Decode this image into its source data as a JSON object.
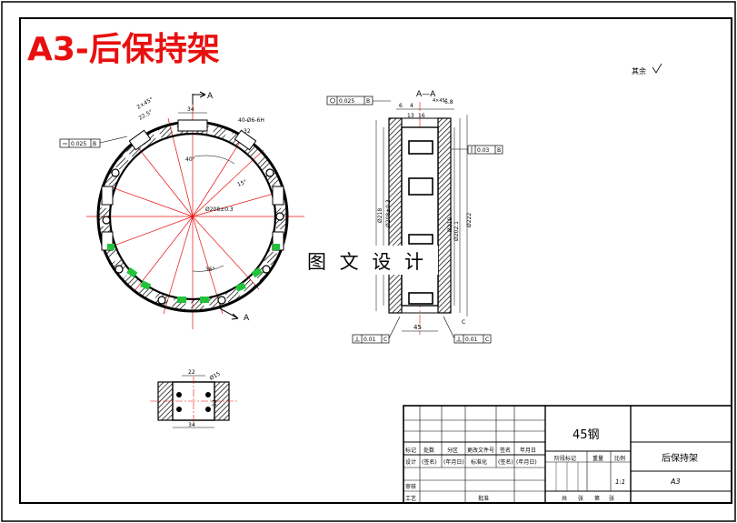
{
  "title": "A3-后保持架",
  "roughness_note": "其余",
  "watermark": "图 文 设 计",
  "front_view": {
    "section_label_top": "A",
    "section_label_bottom": "A",
    "dim_slot_width": "34",
    "dim_chamfer": "2×45°",
    "dim_pocket_angle": "22.5°",
    "dim_hole_note": "40-Ø6-6H",
    "dim_hole_spacing": "32",
    "dim_angle_40": "40°",
    "dim_angle_15": "15°",
    "dim_angle_36": "36°",
    "dim_inner_dia": "Ø208±0.3",
    "gdt_flatness": "0.025",
    "gdt_datum": "B"
  },
  "section_view": {
    "label": "A—A",
    "dim_top_a": "6",
    "dim_top_b": "4",
    "dim_top_c": "6.8",
    "dim_top_d": "4×45°",
    "dim_top_e": "13",
    "dim_top_f": "16",
    "dim_dia_218": "Ø218",
    "dim_dia_208": "Ø208±0.3",
    "dim_dia_20201": "Ø202.1",
    "dim_dia_222": "Ø222",
    "dim_dia_210": "Ø210",
    "dim_width": "45",
    "gdt_circ": "0.025",
    "gdt_circ_datum": "B",
    "gdt_right": "0.03",
    "gdt_right_datum": "B",
    "gdt_bottom_left": "0.01",
    "gdt_bottom_left_datum": "C",
    "gdt_bottom_right": "0.01",
    "gdt_bottom_right_datum": "C",
    "dim_bottom_c": "C"
  },
  "detail_view": {
    "dim_top": "22",
    "dim_chamfer": "Ø15",
    "dim_bottom": "34",
    "dim_side": "13"
  },
  "title_block": {
    "material": "45钢",
    "part_name": "后保持架",
    "sheet": "A3",
    "scale": "1:1",
    "col_biaoji": "标记",
    "col_chushu": "处数",
    "col_fenqu": "分区",
    "col_wenjianhao": "更改文件号",
    "col_qianming": "签名",
    "col_nianyueri": "年月日",
    "row_sheji": "设计",
    "row_qianming": "(签名)",
    "row_nianyueri": "(年月日)",
    "row_biaozhunhua": "标准化",
    "row_qianming2": "(签名)",
    "row_nianyueri2": "(年月日)",
    "row_shenhe": "审核",
    "row_gongyi": "工艺",
    "row_pizhun": "批准",
    "lbl_jieduan": "阶段标记",
    "lbl_zhongliang": "重量",
    "lbl_bili": "比例",
    "lbl_gong": "共",
    "lbl_zhang": "张",
    "lbl_di": "第"
  },
  "colors": {
    "title": "#e8100f",
    "center_lines": "#e8100f",
    "hatch_green": "#22c33a",
    "ink": "#000000"
  }
}
